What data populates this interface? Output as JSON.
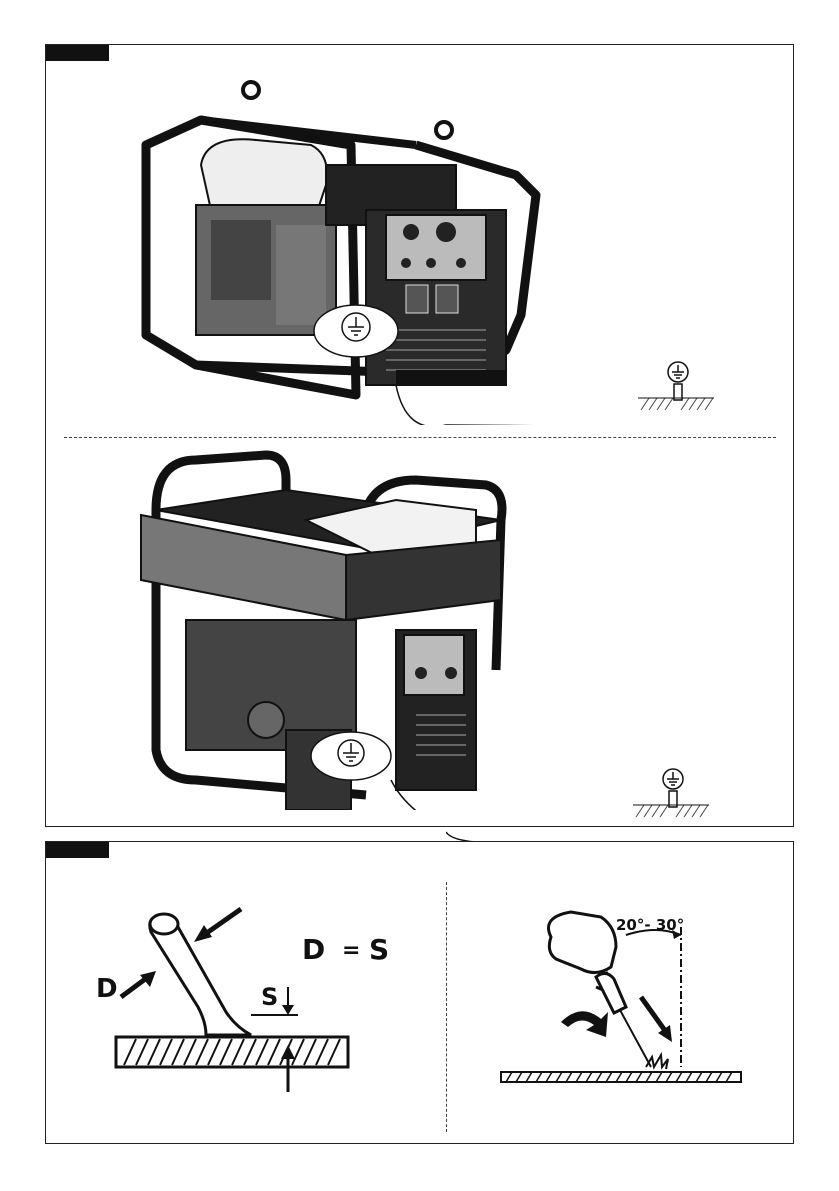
{
  "top_figure": {
    "ground_symbol_callouts": 4
  },
  "bottom_figure": {
    "left_diagram": {
      "label_d": "D",
      "label_s": "S",
      "formula": {
        "left": "D",
        "eq": "=",
        "right": "S"
      }
    },
    "right_diagram": {
      "angle_label": "20°- 30°"
    }
  },
  "colors": {
    "frame": "#111111",
    "hatch": "#444444",
    "background": "#ffffff"
  }
}
